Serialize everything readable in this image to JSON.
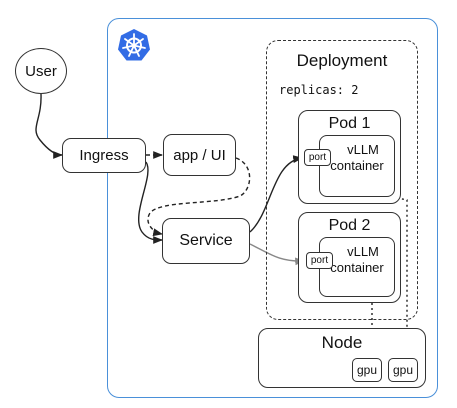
{
  "nodes": {
    "user": "User",
    "ingress": "Ingress",
    "app_ui": "app / UI",
    "service": "Service",
    "deployment": "Deployment",
    "replicas": "replicas: 2",
    "pod1": "Pod 1",
    "pod2": "Pod 2",
    "port": "port",
    "vllm": "vLLM",
    "container": "container",
    "node": "Node",
    "gpu": "gpu"
  },
  "logo": {
    "icon": "kubernetes-icon",
    "color": "#326ce5"
  },
  "colors": {
    "cluster_border": "#4a90d9",
    "arrow": "#222222",
    "arrow_faded": "#888888"
  }
}
